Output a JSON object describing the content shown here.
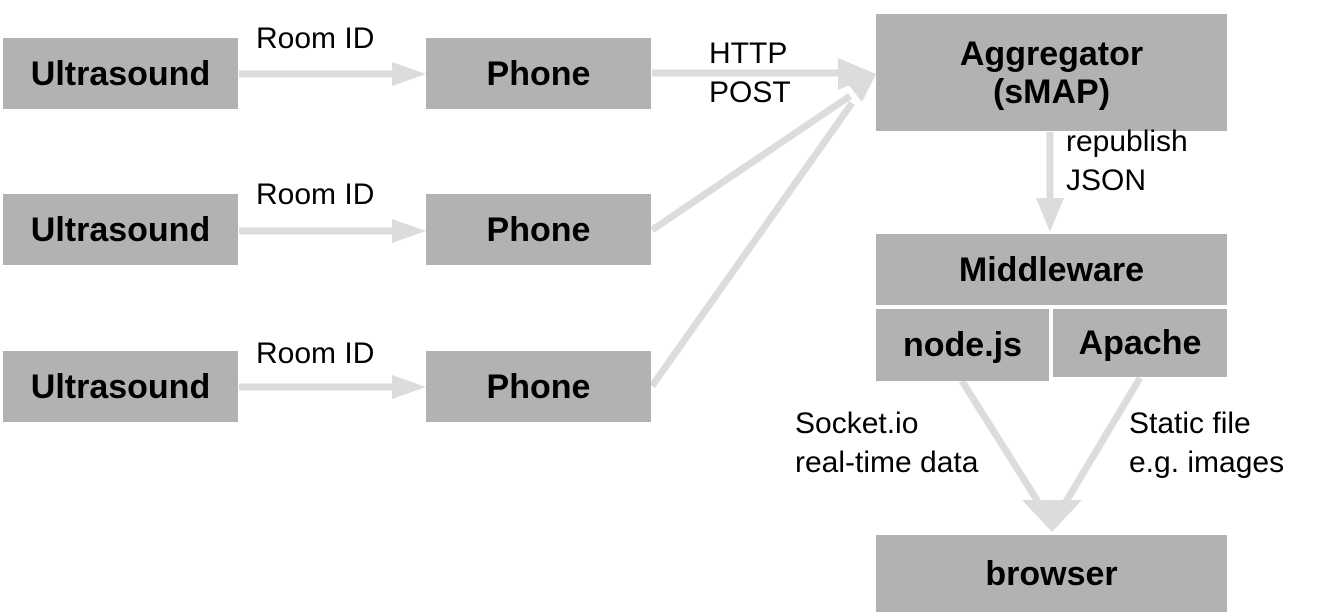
{
  "nodes": {
    "ultrasound_1": "Ultrasound",
    "ultrasound_2": "Ultrasound",
    "ultrasound_3": "Ultrasound",
    "phone_1": "Phone",
    "phone_2": "Phone",
    "phone_3": "Phone",
    "aggregator_line1": "Aggregator",
    "aggregator_line2": "(sMAP)",
    "middleware": "Middleware",
    "nodejs": "node.js",
    "apache": "Apache",
    "browser": "browser"
  },
  "edge_labels": {
    "room_id_1": "Room ID",
    "room_id_2": "Room ID",
    "room_id_3": "Room ID",
    "http_line1": "HTTP",
    "http_line2": "POST",
    "republish_line1": "republish",
    "republish_line2": "JSON",
    "socket_line1": "Socket.io",
    "socket_line2": "real-time data",
    "static_line1": "Static file",
    "static_line2": "e.g. images"
  },
  "colors": {
    "box_fill": "#b2b2b2",
    "arrow": "#dcdcdc",
    "text": "#000000"
  }
}
